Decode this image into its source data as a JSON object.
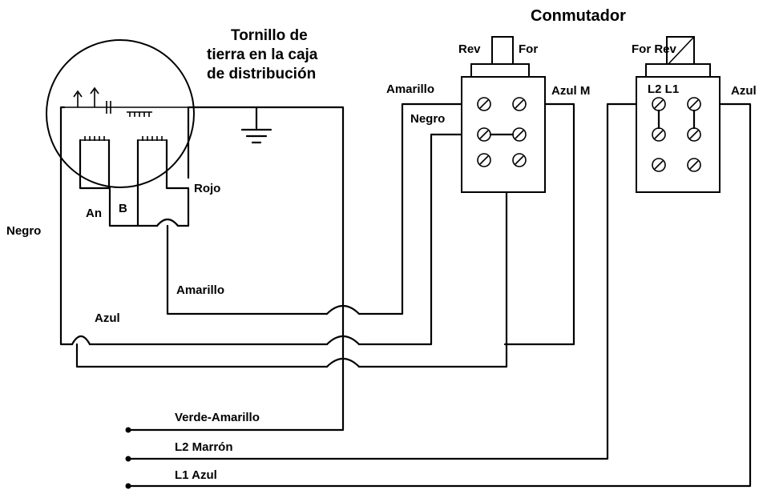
{
  "title": "Conmutador",
  "ground_label": [
    "Tornillo de",
    "tierra en la caja",
    "de distribución"
  ],
  "motor": {
    "an": "An",
    "b": "B",
    "rojo": "Rojo"
  },
  "switch_left": {
    "rev": "Rev",
    "for": "For",
    "amarillo": "Amarillo",
    "azul_m": "Azul M",
    "negro": "Negro"
  },
  "switch_right": {
    "for_rev": "For Rev",
    "l2l1": "L2 L1",
    "azul": "Azul"
  },
  "wires": {
    "negro": "Negro",
    "amarillo": "Amarillo",
    "azul": "Azul",
    "verde_amarillo": "Verde-Amarillo",
    "l2": "L2 Marrón",
    "l1": "L1 Azul"
  }
}
